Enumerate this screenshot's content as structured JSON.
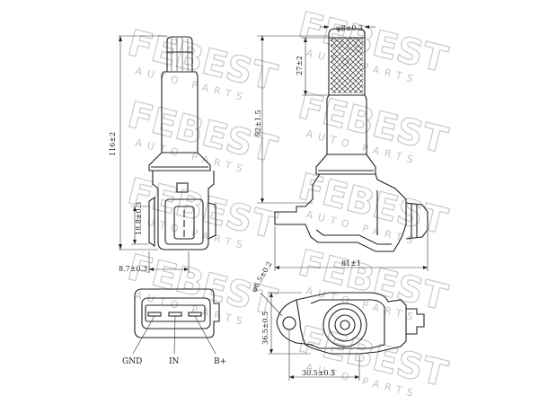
{
  "brand": {
    "watermark": "FEBEST",
    "watermark_sub": "AUTO PARTS"
  },
  "dimensions": {
    "total_height": "116±2",
    "boot_tip_diameter": "φ8±0.3",
    "boot_tip_length": "27±2",
    "tube_length": "92±1.5",
    "connector_height": "18.8±0.3",
    "connector_offset": "8.7±0.3",
    "overall_width": "81±1",
    "mount_hole_diameter": "φ6.5±0.2",
    "mount_height": "36.5±0.5",
    "mount_width": "30.5±0.5"
  },
  "pins": {
    "gnd": "GND",
    "in": "IN",
    "b_plus": "B+"
  }
}
